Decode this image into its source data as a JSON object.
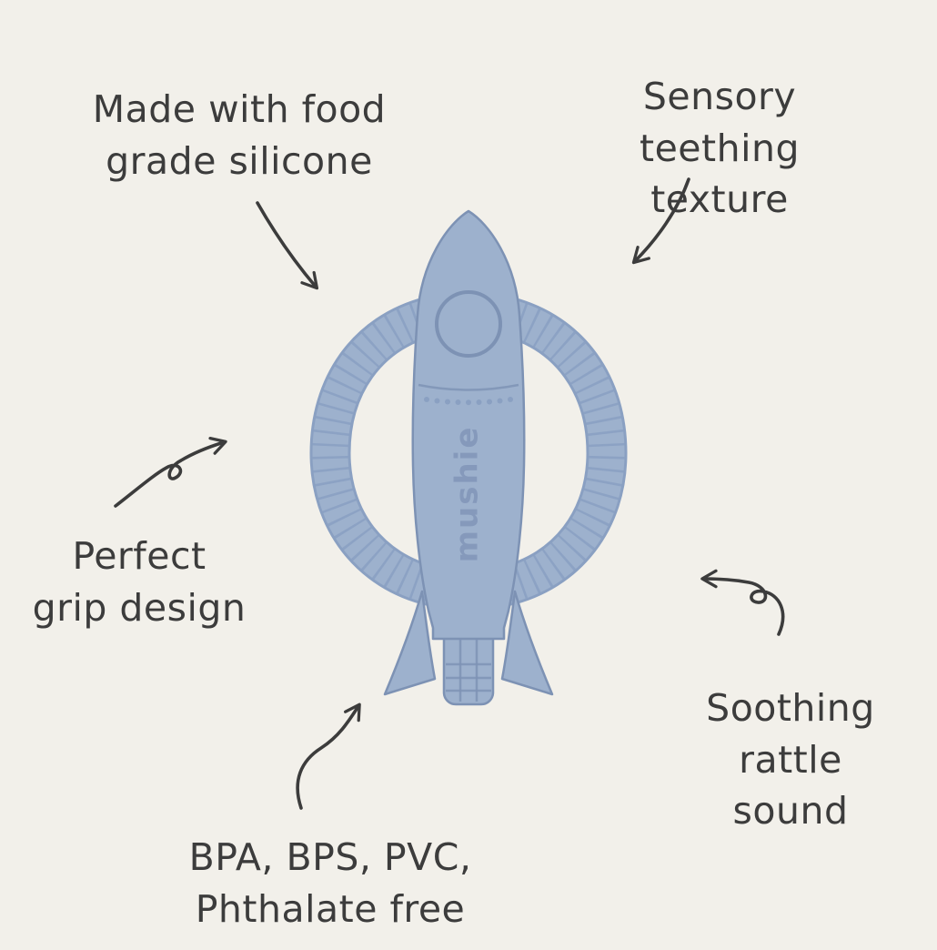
{
  "colors": {
    "background": "#f2f0ea",
    "rocket": "#9db1cd",
    "rocketShade": "#8aa0c2",
    "rocketDeep": "#7d92b4",
    "emboss": "#8599bb",
    "ink": "#3c3c3c"
  },
  "product": {
    "brand_text": "mushie"
  },
  "annotations": {
    "food_grade": {
      "text": "Made with food\ngrade silicone"
    },
    "sensory": {
      "text": "Sensory teething\ntexture"
    },
    "grip": {
      "text": "Perfect\ngrip design"
    },
    "rattle": {
      "text": "Soothing\nrattle sound"
    },
    "bpa": {
      "text": "BPA, BPS, PVC,\nPhthalate free"
    }
  }
}
